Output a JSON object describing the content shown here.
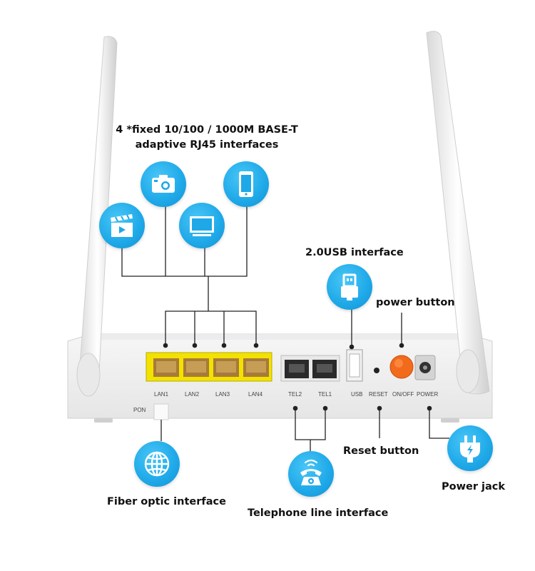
{
  "callouts": {
    "rj45_line1": "4 *fixed 10/100 / 1000M BASE-T",
    "rj45_line2": "adaptive RJ45 interfaces",
    "usb": "2.0USB interface",
    "power_button": "power button",
    "reset": "Reset button",
    "power_jack": "Power jack",
    "fiber": "Fiber optic interface",
    "telephone": "Telephone line interface"
  },
  "port_labels": {
    "pon": "PON",
    "lan1": "LAN1",
    "lan2": "LAN2",
    "lan3": "LAN3",
    "lan4": "LAN4",
    "tel2": "TEL2",
    "tel1": "TEL1",
    "usb": "USB",
    "reset": "RESET",
    "onoff": "ON/OFF",
    "power": "POWER"
  },
  "icons": [
    "camera-icon",
    "smartphone-icon",
    "video-clapper-icon",
    "monitor-icon",
    "usb-icon",
    "globe-icon",
    "telephone-icon",
    "power-plug-icon"
  ],
  "colors": {
    "accent": "#1ea8e8",
    "lan_port": "#f3e200",
    "power_button": "#f26a1b"
  }
}
